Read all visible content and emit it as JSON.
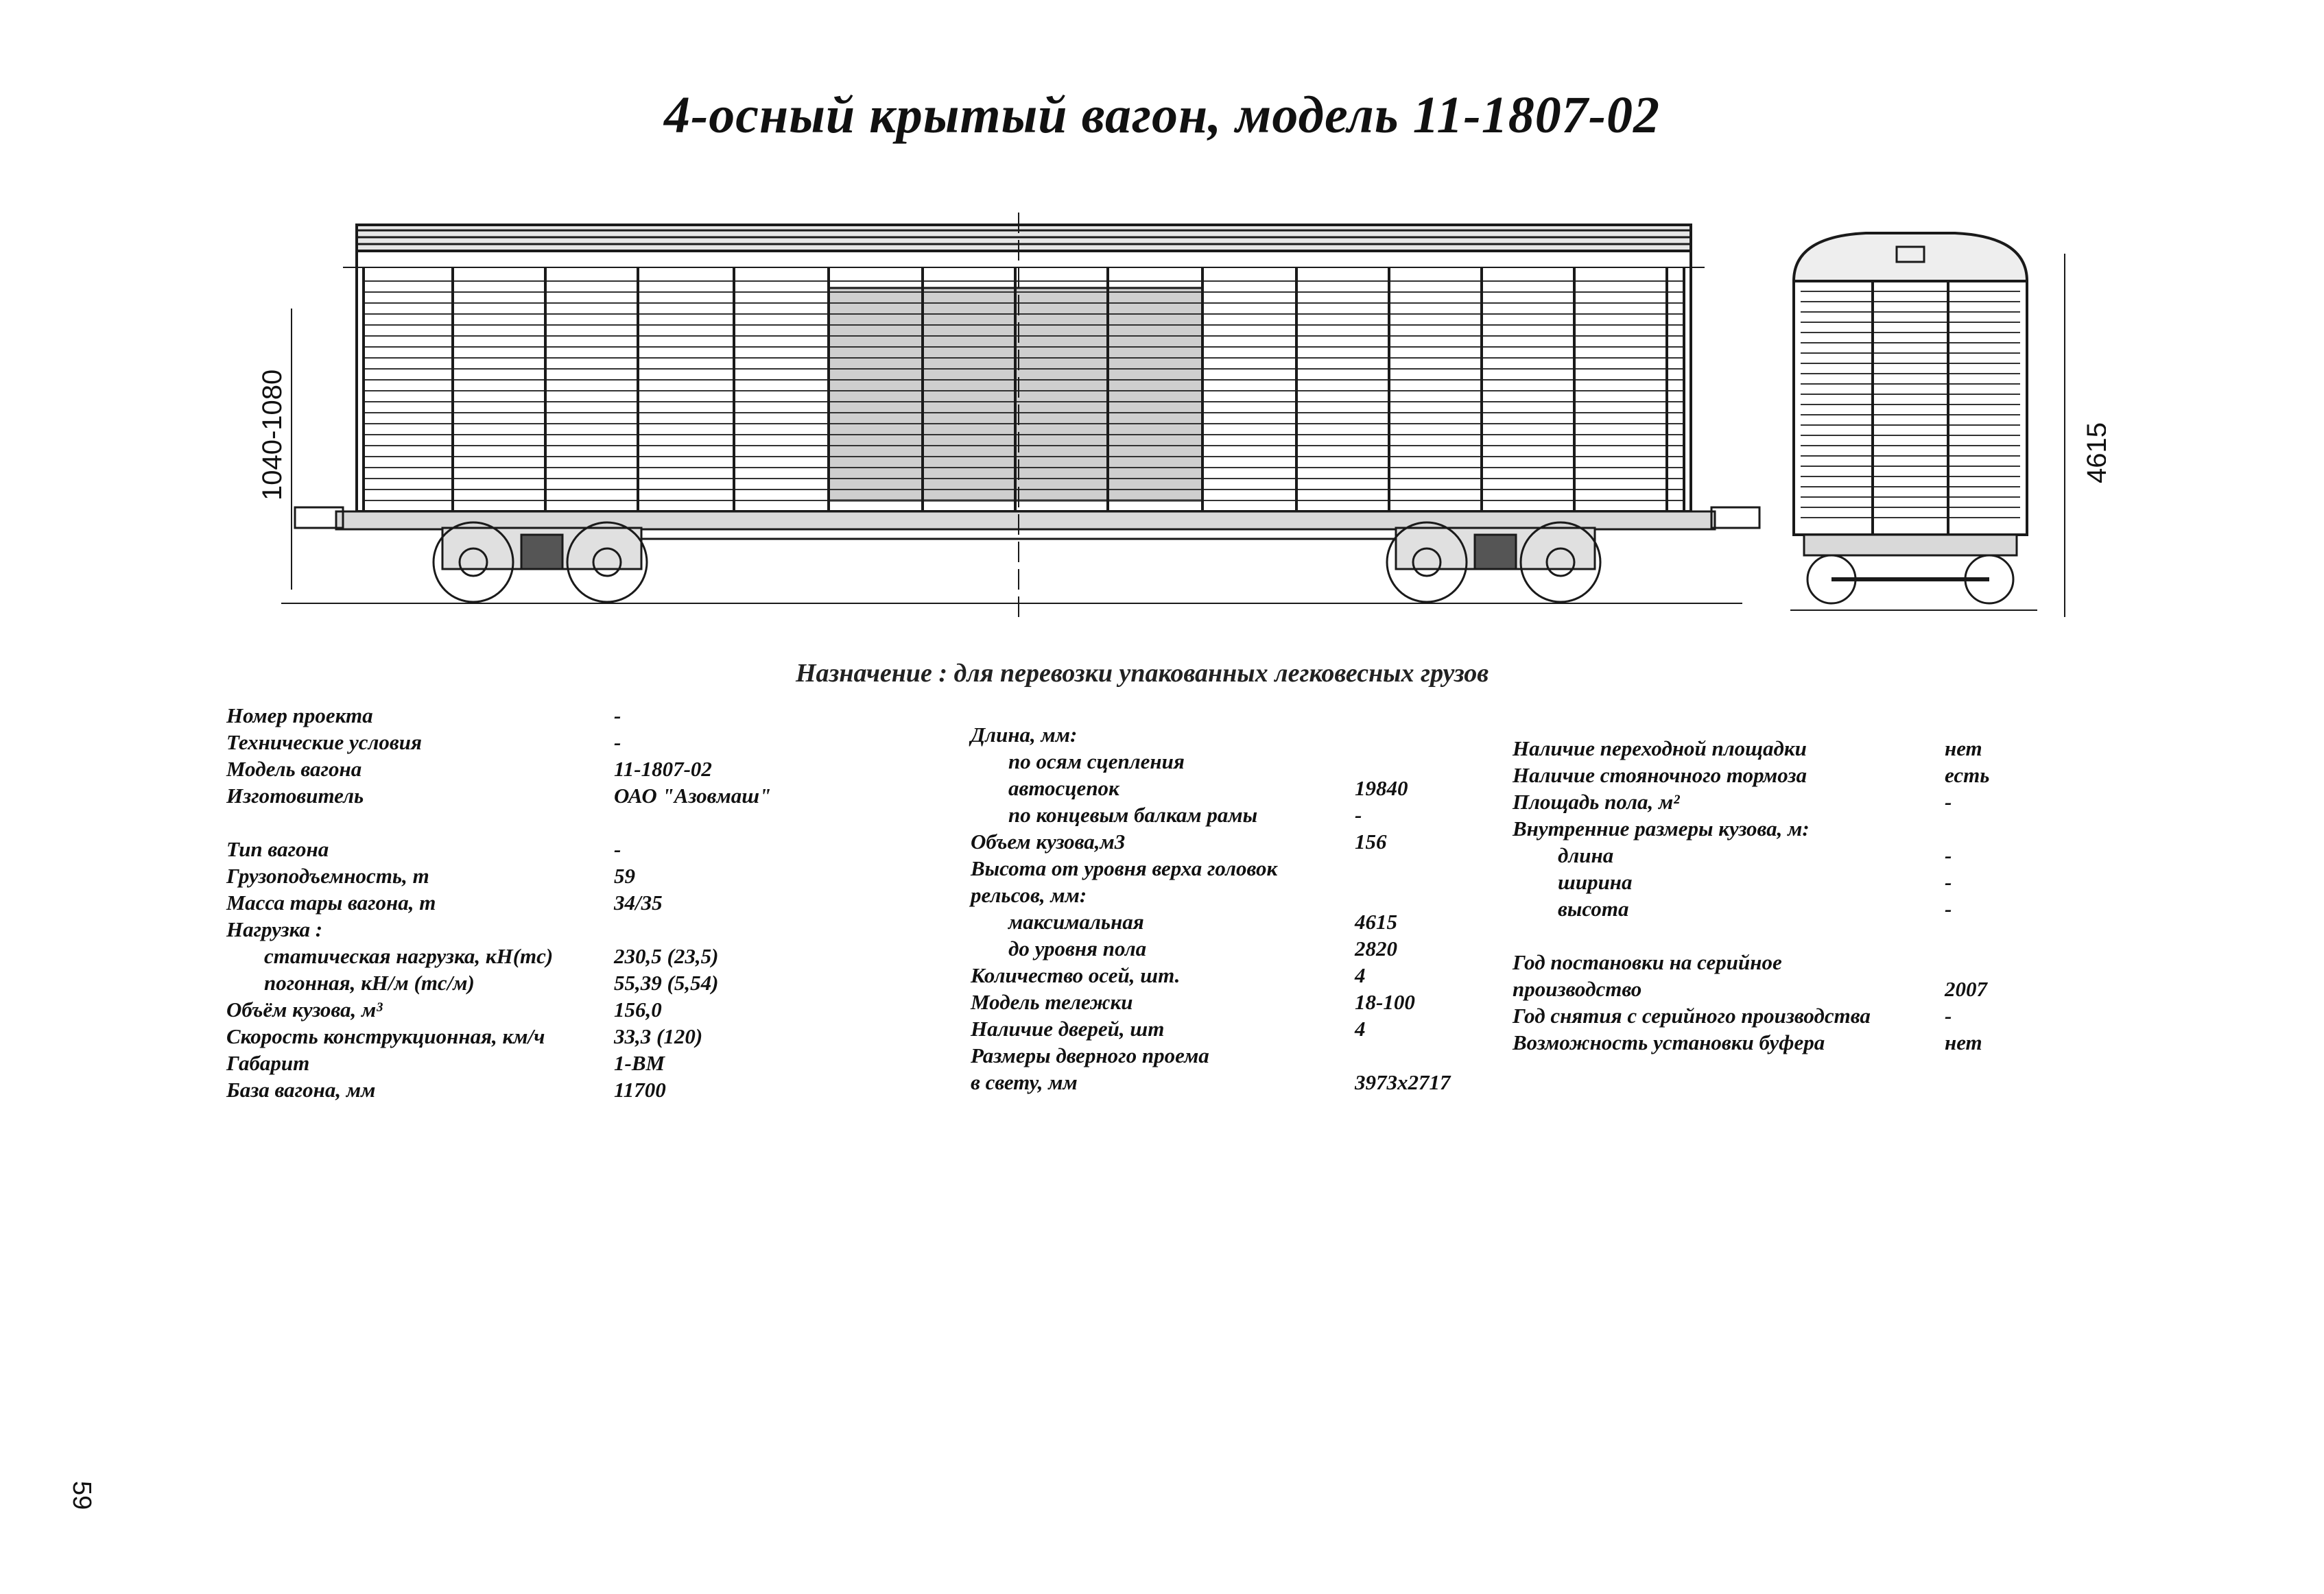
{
  "title": "4-осный крытый вагон, модель 11-1807-02",
  "drawing": {
    "dim_left": "1040-1080",
    "dim_right": "4615"
  },
  "purpose": "Назначение : для перевозки упакованных легковесных грузов",
  "col1": [
    {
      "label": "Номер проекта",
      "value": "-"
    },
    {
      "label": "Технические условия",
      "value": "-"
    },
    {
      "label": "Модель вагона",
      "value": "11-1807-02"
    },
    {
      "label": "Изготовитель",
      "value": "ОАО \"Азовмаш\""
    },
    {
      "label": "Тип вагона",
      "value": "-"
    },
    {
      "label": "Грузоподъемность, т",
      "value": "59"
    },
    {
      "label": "Масса тары вагона, т",
      "value": "34/35"
    },
    {
      "label": "Нагрузка :",
      "value": ""
    },
    {
      "label": "статическая нагрузка, кН(тс)",
      "value": "230,5 (23,5)"
    },
    {
      "label": "погонная, кН/м (тс/м)",
      "value": "55,39 (5,54)"
    },
    {
      "label": "Объём кузова, м³",
      "value": "156,0"
    },
    {
      "label": "Скорость конструкционная, км/ч",
      "value": "33,3 (120)"
    },
    {
      "label": "Габарит",
      "value": "1-ВМ"
    },
    {
      "label": "База вагона, мм",
      "value": "11700"
    }
  ],
  "col2": [
    {
      "label": "Длина, мм:",
      "value": ""
    },
    {
      "label": "по осям сцепления",
      "value": ""
    },
    {
      "label": "автосцепок",
      "value": "19840"
    },
    {
      "label": "по концевым балкам рамы",
      "value": "-"
    },
    {
      "label": "Объем кузова,м3",
      "value": "156"
    },
    {
      "label": "Высота от уровня верха головок",
      "value": ""
    },
    {
      "label": "рельсов, мм:",
      "value": ""
    },
    {
      "label": "максимальная",
      "value": "4615"
    },
    {
      "label": "до уровня пола",
      "value": "2820"
    },
    {
      "label": "Количество осей, шт.",
      "value": "4"
    },
    {
      "label": "Модель тележки",
      "value": "18-100"
    },
    {
      "label": "Наличие дверей, шт",
      "value": "4"
    },
    {
      "label": "Размеры дверного проема",
      "value": ""
    },
    {
      "label": "в свету, мм",
      "value": "3973x2717"
    }
  ],
  "col3": [
    {
      "label": "Наличие переходной площадки",
      "value": "нет"
    },
    {
      "label": "Наличие стояночного тормоза",
      "value": "есть"
    },
    {
      "label": "Площадь пола, м²",
      "value": "-"
    },
    {
      "label": "Внутренние размеры кузова, м:",
      "value": ""
    },
    {
      "label": "длина",
      "value": "-"
    },
    {
      "label": "ширина",
      "value": "-"
    },
    {
      "label": "высота",
      "value": "-"
    },
    {
      "label": "Год постановки на серийное",
      "value": ""
    },
    {
      "label": "производство",
      "value": "2007"
    },
    {
      "label": "Год снятия с серийного производства",
      "value": "-"
    },
    {
      "label": "Возможность установки буфера",
      "value": "нет"
    }
  ],
  "page_number": "59"
}
